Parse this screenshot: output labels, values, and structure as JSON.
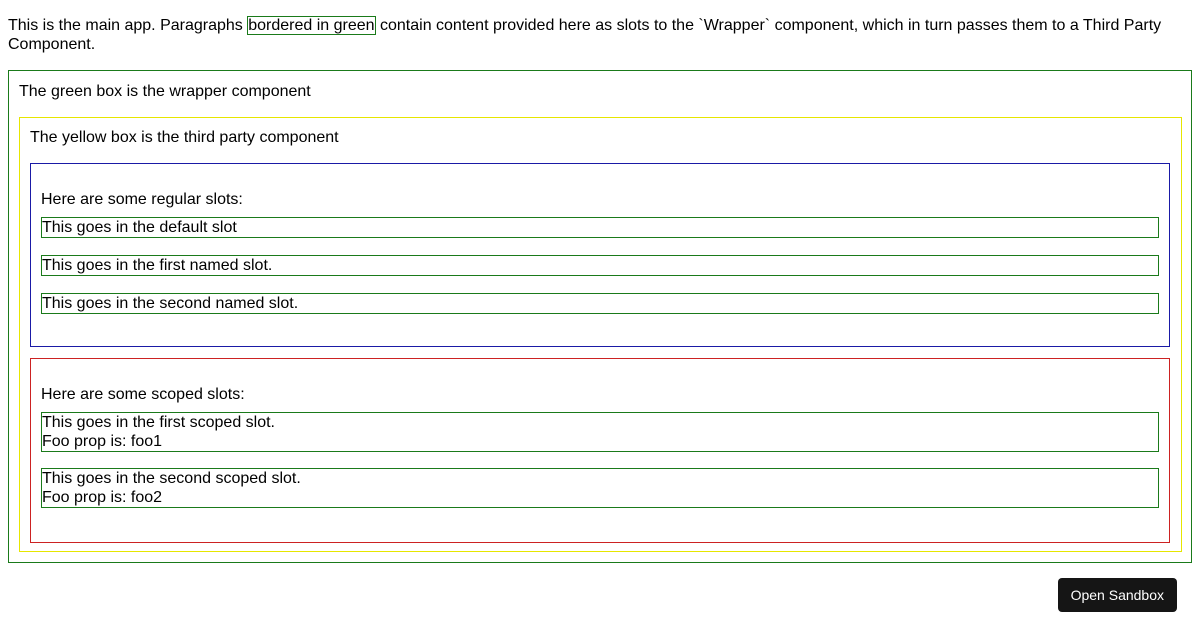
{
  "intro": {
    "before": "This is the main app. Paragraphs ",
    "highlight": "bordered in green",
    "after": " contain content provided here as slots to the `Wrapper` component, which in turn passes them to a Third Party Component."
  },
  "wrapper": {
    "title": "The green box is the wrapper component"
  },
  "third_party": {
    "title": "The yellow box is the third party component"
  },
  "regular_slots": {
    "title": "Here are some regular slots:",
    "items": [
      "This goes in the default slot",
      "This goes in the first named slot.",
      "This goes in the second named slot."
    ]
  },
  "scoped_slots": {
    "title": "Here are some scoped slots:",
    "items": [
      {
        "text": "This goes in the first scoped slot.",
        "prop": "Foo prop is: foo1"
      },
      {
        "text": "This goes in the second scoped slot.",
        "prop": "Foo prop is: foo2"
      }
    ]
  },
  "sandbox_button": {
    "label": "Open Sandbox"
  },
  "colors": {
    "wrapper_border": "#1a7a1a",
    "third_party_border": "#e6e600",
    "regular_border": "#1a1aa6",
    "scoped_border": "#cc2222",
    "button_bg": "#151515"
  }
}
